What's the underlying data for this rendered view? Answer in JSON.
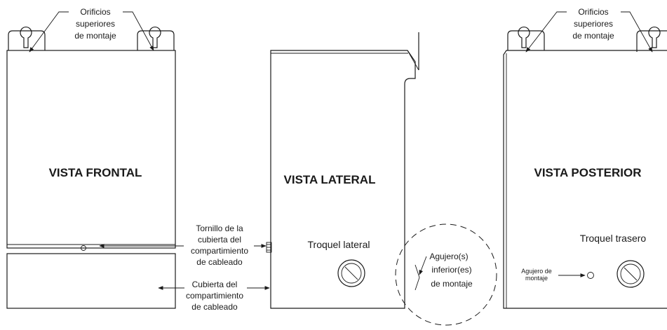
{
  "front": {
    "title": "VISTA FRONTAL",
    "mount_label": [
      "Orificios",
      "superiores",
      "de montaje"
    ]
  },
  "side": {
    "title": "VISTA LATERAL",
    "side_knockout": "Troquel lateral",
    "bottom_holes": [
      "Agujero(s)",
      "inferior(es)",
      "de  montaje"
    ],
    "screw_label": [
      "Tornillo de la",
      "cubierta del",
      "compartimiento",
      "de cableado"
    ],
    "cover_label": [
      "Cubierta del",
      "compartimiento",
      "de cableado"
    ]
  },
  "rear": {
    "title": "VISTA POSTERIOR",
    "mount_label": [
      "Orificios",
      "superiores",
      "de montaje"
    ],
    "rear_knockout": "Troquel trasero",
    "mount_hole": [
      "Agujero de",
      "montaje"
    ]
  }
}
